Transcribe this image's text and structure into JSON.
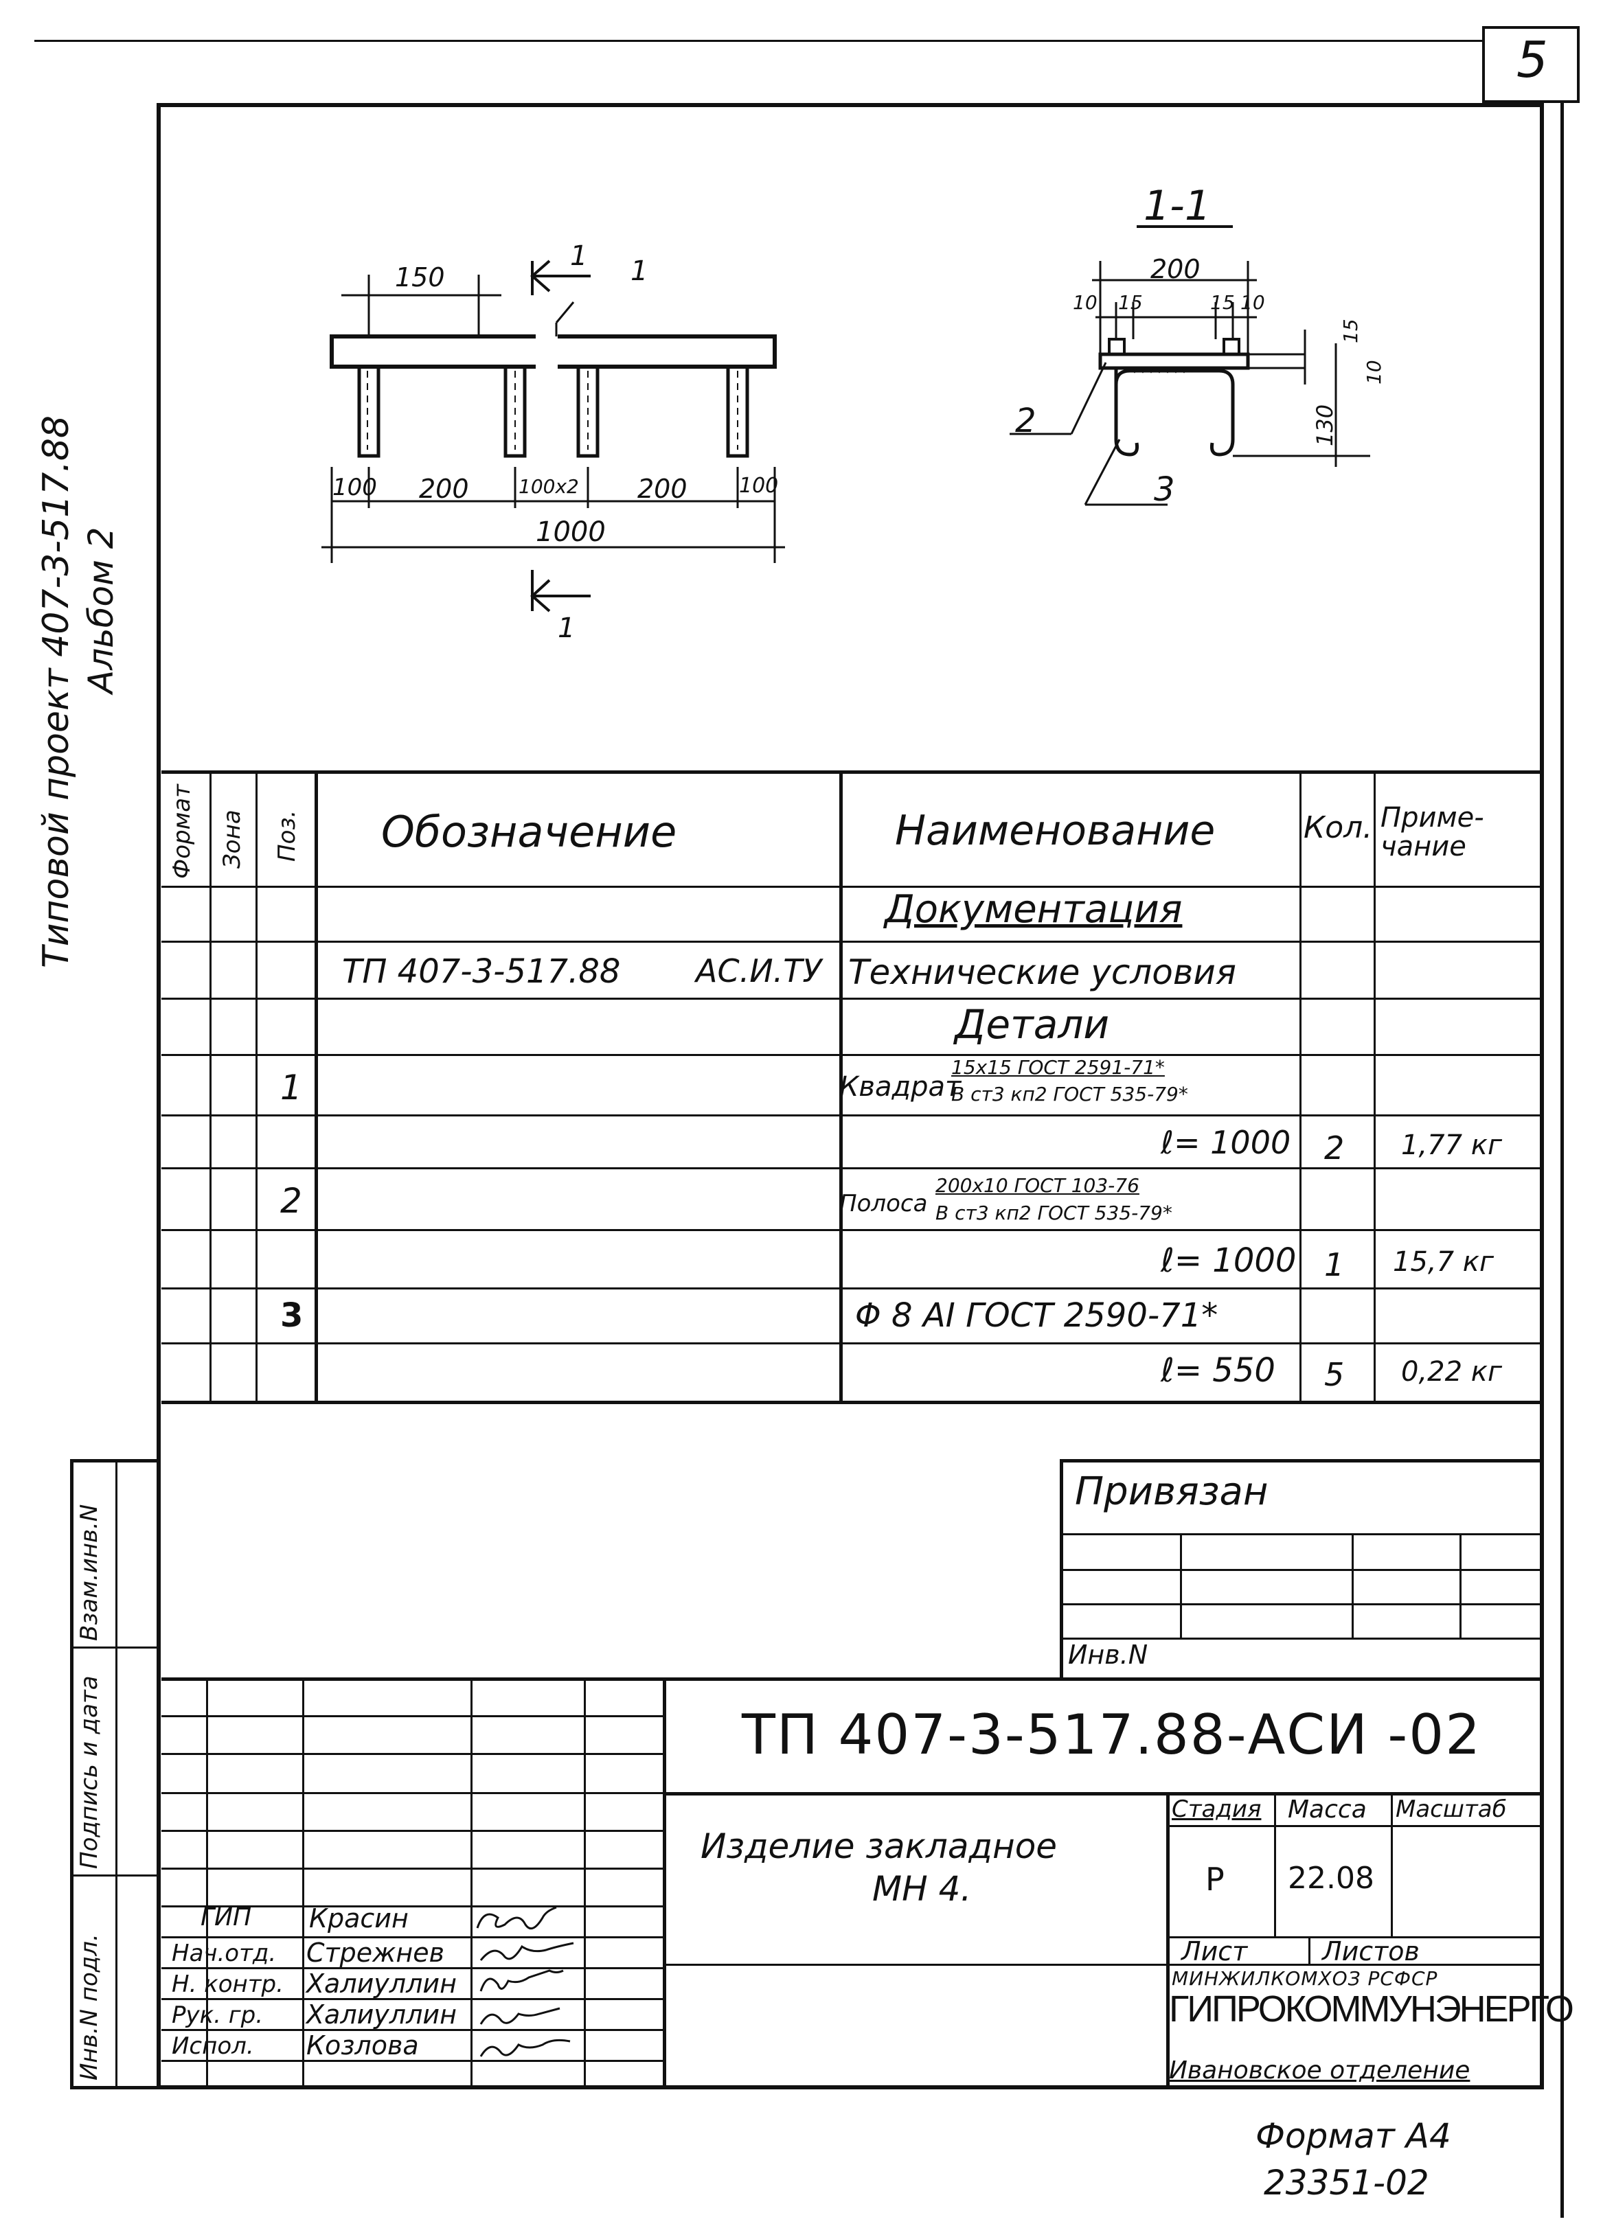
{
  "sheet_number": "5",
  "side_text": {
    "line1": "Типовой проект    407-3-517.88",
    "line2": "Альбом 2"
  },
  "drawing": {
    "dims_left": [
      "150",
      "100",
      "200",
      "100x2",
      "200",
      "100",
      "1000"
    ],
    "section_marks": [
      "1",
      "1",
      "1"
    ],
    "section_title": "1-1",
    "dims_right": [
      "200",
      "10",
      "15",
      "15",
      "10",
      "15",
      "10",
      "130"
    ],
    "pos_labels": [
      "2",
      "3"
    ]
  },
  "spec_table": {
    "headers": {
      "format": "Формат",
      "zone": "Зона",
      "pos": "Поз.",
      "designation": "Обозначение",
      "name": "Наименование",
      "qty": "Кол.",
      "note": "Приме-чание"
    },
    "section_docs": "Документация",
    "row_doc": {
      "designation": "ТП 407-3-517.88",
      "code": "АС.И.ТУ",
      "name": "Технические условия"
    },
    "section_details": "Детали",
    "item1": {
      "pos": "1",
      "name": "Квадрат",
      "num": "15x15 ГОСТ 2591-71*",
      "den": "В ст3 кп2 ГОСТ 535-79*",
      "length": "ℓ= 1000",
      "qty": "2",
      "note": "1,77 кг"
    },
    "item2": {
      "pos": "2",
      "name": "Полоса",
      "num": "200x10 ГОСТ 103-76",
      "den": "В ст3 кп2 ГОСТ 535-79*",
      "length": "ℓ= 1000",
      "qty": "1",
      "note": "15,7 кг"
    },
    "item3": {
      "pos": "3",
      "name": "Φ 8 AI  ГОСТ 2590-71*",
      "length": "ℓ= 550",
      "qty": "5",
      "note": "0,22 кг"
    }
  },
  "binding": {
    "title": "Привязан",
    "inv": "Инв.N"
  },
  "left_strip": [
    "Взам.инв.N",
    "Подпись и дата",
    "Инв.N подл."
  ],
  "title_block": {
    "doc_code": "ТП 407-3-517.88-АСИ -02",
    "item_name_line1": "Изделие закладное",
    "item_name_line2": "МН 4.",
    "stage_label": "Стадия",
    "mass_label": "Масса",
    "scale_label": "Масштаб",
    "stage": "Р",
    "mass": "22.08",
    "sheet_label": "Лист",
    "sheets_label": "Листов",
    "ministry": "МИНЖИЛКОМХОЗ РСФСР",
    "org": "ГИПРОКОММУНЭНЕРГО",
    "branch": "Ивановское отделение",
    "people": [
      {
        "role": "ГИП",
        "name": "Красин"
      },
      {
        "role": "Нач.отд.",
        "name": "Стрежнев"
      },
      {
        "role": "Н. контр.",
        "name": "Халиуллин"
      },
      {
        "role": "Рук. гр.",
        "name": "Халиуллин"
      },
      {
        "role": "Испол.",
        "name": "Козлова"
      }
    ]
  },
  "footer": {
    "format": "Формат А4",
    "number": "23351-02"
  }
}
